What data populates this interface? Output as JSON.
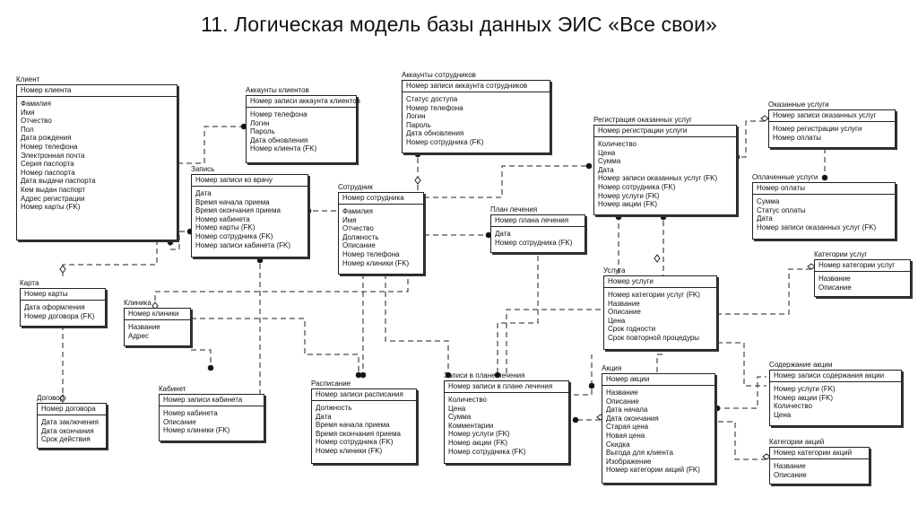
{
  "title": "11. Логическая модель базы данных ЭИС «Все свои»",
  "entities": {
    "client": {
      "name": "Клиент",
      "pk": "Номер клиента",
      "attrs": [
        "Фамилия",
        "Имя",
        "Отчество",
        "Пол",
        "Дата рождения",
        "Номер телефона",
        "Электронная почта",
        "Серия паспорта",
        "Номер паспорта",
        "Дата выдачи паспорта",
        "Кем выдан паспорт",
        "Адрес регистрации",
        "Номер карты (FK)"
      ]
    },
    "client_acc": {
      "name": "Аккаунты клиентов",
      "pk": "Номер записи аккаунта клиентов",
      "attrs": [
        "Номер телефона",
        "Логин",
        "Пароль",
        "Дата обновления",
        "Номер клиента (FK)"
      ]
    },
    "emp_acc": {
      "name": "Аккаунты сотрудников",
      "pk": "Номер записи аккаунта сотрудников",
      "attrs": [
        "Статус доступа",
        "Номер телефона",
        "Логин",
        "Пароль",
        "Дата обновления",
        "Номер сотрудника (FK)"
      ]
    },
    "reg_services": {
      "name": "Регистрация оказанных услуг",
      "pk": "Номер регистрации услуги",
      "attrs": [
        "Количество",
        "Цена",
        "Сумма",
        "Дата",
        "Номер записи оказанных услуг (FK)",
        "Номер сотрудника (FK)",
        "Номер услуги (FK)",
        "Номер акции (FK)"
      ]
    },
    "rendered": {
      "name": "Оказанные услуги",
      "pk": "Номер записи оказанных услуг",
      "attrs": [
        "Номер регистрации услуги",
        "Номер оплаты"
      ]
    },
    "paid": {
      "name": "Оплаченные услуги",
      "pk": "Номер оплаты",
      "attrs": [
        "Сумма",
        "Статус оплаты",
        "Дата",
        "Номер записи оказанных услуг (FK)"
      ]
    },
    "appointment": {
      "name": "Запись",
      "pk": "Номер записи ко врачу",
      "attrs": [
        "Дата",
        "Время начала приема",
        "Время окончания приема",
        "Номер кабинета",
        "Номер карты (FK)",
        "Номер сотрудника (FK)",
        "Номер записи кабинета (FK)"
      ]
    },
    "employee": {
      "name": "Сотрудник",
      "pk": "Номер сотрудника",
      "attrs": [
        "Фамилия",
        "Имя",
        "Отчество",
        "Должность",
        "Описание",
        "Номер телефона",
        "Номер клиники (FK)"
      ]
    },
    "treat_plan": {
      "name": "План лечения",
      "pk": "Номер плана лечения",
      "attrs": [
        "Дата",
        "Номер сотрудника (FK)"
      ]
    },
    "card": {
      "name": "Карта",
      "pk": "Номер карты",
      "attrs": [
        "Дата оформления",
        "Номер договора (FK)"
      ]
    },
    "clinic": {
      "name": "Клиника",
      "pk": "Номер клиники",
      "attrs": [
        "Название",
        "Адрес"
      ]
    },
    "services": {
      "name": "Услуга",
      "pk": "Номер услуги",
      "attrs": [
        "Номер категории услуг (FK)",
        "Название",
        "Описание",
        "Цена",
        "Срок годности",
        "Срок повторной процедуры"
      ]
    },
    "svc_cat": {
      "name": "Категории услуг",
      "pk": "Номер категории услуг",
      "attrs": [
        "Название",
        "Описание"
      ]
    },
    "contract": {
      "name": "Договор",
      "pk": "Номер договора",
      "attrs": [
        "Дата заключения",
        "Дата окончания",
        "Срок действия"
      ]
    },
    "cabinet": {
      "name": "Кабинет",
      "pk": "Номер записи кабинета",
      "attrs": [
        "Номер кабинета",
        "Описание",
        "Номер клиники (FK)"
      ]
    },
    "schedule": {
      "name": "Расписание",
      "pk": "Номер записи расписания",
      "attrs": [
        "Должность",
        "Дата",
        "Время начала приема",
        "Время окончания приема",
        "Номер сотрудника (FK)",
        "Номер клиники (FK)"
      ]
    },
    "plan_entries": {
      "name": "Записи в плане лечения",
      "pk": "Номер записи в плане лечения",
      "attrs": [
        "Количество",
        "Цена",
        "Сумма",
        "Комментарии",
        "Номер услуги (FK)",
        "Номер акции (FK)",
        "Номер сотрудника (FK)"
      ]
    },
    "promo": {
      "name": "Акция",
      "pk": "Номер акции",
      "attrs": [
        "Название",
        "Описание",
        "Дата начала",
        "Дата окончания",
        "Старая цена",
        "Новая цена",
        "Скидка",
        "Выгода для клиента",
        "Изображение",
        "Номер категории акций (FK)"
      ]
    },
    "promo_content": {
      "name": "Содержание акции",
      "pk": "Номер записи содержания акции",
      "attrs": [
        "Номер услуги (FK)",
        "Номер акции (FK)",
        "Количество",
        "Цена"
      ]
    },
    "promo_cat": {
      "name": "Категории акций",
      "pk": "Номер категории акций",
      "attrs": [
        "Название",
        "Описание"
      ]
    }
  }
}
